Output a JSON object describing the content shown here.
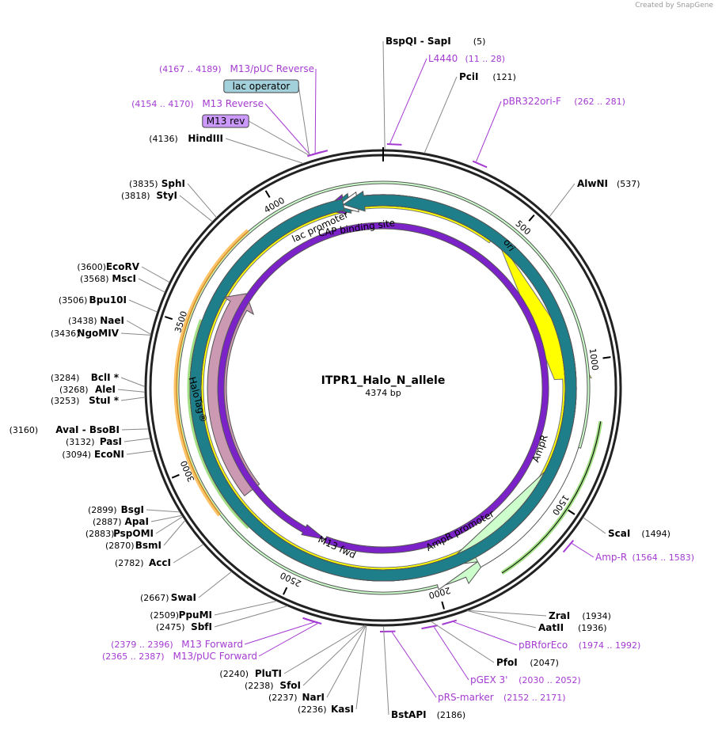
{
  "credit": "Created by SnapGene",
  "plasmid": {
    "name": "ITPR1_Halo_N_allele",
    "size": "4374 bp",
    "total_bp": 4374
  },
  "colors": {
    "primer": "#a43bd1",
    "ori": "#ffff00",
    "ampr": "#ccffcc",
    "halo": "#cc99b3",
    "orange": "#ff9900",
    "green": "#66cc33",
    "laclabel": "#a3d1db",
    "m13rev": "#cc99ff"
  },
  "ticks": [
    500,
    1000,
    1500,
    2000,
    2500,
    3000,
    3500,
    4000
  ],
  "enzymes": [
    {
      "name": "BspQI",
      "name2": "SapI",
      "pos": 5
    },
    {
      "name": "PciI",
      "pos": 121
    },
    {
      "name": "AlwNI",
      "pos": 537
    },
    {
      "name": "ScaI",
      "pos": 1494
    },
    {
      "name": "ZraI",
      "pos": 1934
    },
    {
      "name": "AatII",
      "pos": 1936
    },
    {
      "name": "PfoI",
      "pos": 2047
    },
    {
      "name": "BstAPI",
      "pos": 2186
    },
    {
      "name": "KasI",
      "pos": 2236
    },
    {
      "name": "NarI",
      "pos": 2237
    },
    {
      "name": "SfoI",
      "pos": 2238
    },
    {
      "name": "PluTI",
      "pos": 2240
    },
    {
      "name": "SbfI",
      "pos": 2475
    },
    {
      "name": "PpuMI",
      "pos": 2509
    },
    {
      "name": "SwaI",
      "pos": 2667
    },
    {
      "name": "AccI",
      "pos": 2782
    },
    {
      "name": "BsmI",
      "pos": 2870
    },
    {
      "name": "PspOMI",
      "pos": 2883
    },
    {
      "name": "ApaI",
      "pos": 2887
    },
    {
      "name": "BsgI",
      "pos": 2899
    },
    {
      "name": "EcoNI",
      "pos": 3094
    },
    {
      "name": "PasI",
      "pos": 3132
    },
    {
      "name": "AvaI",
      "name2": "BsoBI",
      "pos": 3160
    },
    {
      "name": "StuI *",
      "pos": 3253
    },
    {
      "name": "AleI",
      "pos": 3268
    },
    {
      "name": "BclI *",
      "pos": 3284
    },
    {
      "name": "NgoMIV",
      "pos": 3436
    },
    {
      "name": "NaeI",
      "pos": 3438
    },
    {
      "name": "Bpu10I",
      "pos": 3506
    },
    {
      "name": "MscI",
      "pos": 3568
    },
    {
      "name": "EcoRV",
      "pos": 3600
    },
    {
      "name": "StyI",
      "pos": 3818
    },
    {
      "name": "SphI",
      "pos": 3835
    },
    {
      "name": "HindIII",
      "pos": 4136
    }
  ],
  "primers": [
    {
      "name": "L4440",
      "range": "(11 .. 28)",
      "start": 11,
      "end": 28
    },
    {
      "name": "pBR322ori-F",
      "range": "(262 .. 281)",
      "start": 262,
      "end": 281
    },
    {
      "name": "Amp-R",
      "range": "(1564 .. 1583)",
      "start": 1564,
      "end": 1583
    },
    {
      "name": "pBRforEco",
      "range": "(1974 .. 1992)",
      "start": 1974,
      "end": 1992
    },
    {
      "name": "pGEX 3'",
      "range": "(2030 .. 2052)",
      "start": 2030,
      "end": 2052
    },
    {
      "name": "pRS-marker",
      "range": "(2152 .. 2171)",
      "start": 2152,
      "end": 2171
    },
    {
      "name": "M13 Forward",
      "range": "(2379 .. 2396)",
      "start": 2379,
      "end": 2396
    },
    {
      "name": "M13/pUC Forward",
      "range": "(2365 .. 2387)",
      "start": 2365,
      "end": 2387
    },
    {
      "name": "M13 Reverse",
      "range": "(4154 .. 4170)",
      "start": 4154,
      "end": 4170
    },
    {
      "name": "M13/pUC Reverse",
      "range": "(4167 .. 4189)",
      "start": 4167,
      "end": 4189
    }
  ],
  "features": {
    "ori": "ori",
    "ampr": "AmpR",
    "ampr_promoter": "AmpR promoter",
    "halotag": "HaloTag®",
    "m13_fwd": "M13 fwd",
    "lac_promoter": "lac promoter",
    "cap_site": "CAP binding site",
    "lac_operator": "lac operator",
    "m13_rev": "M13 rev"
  }
}
